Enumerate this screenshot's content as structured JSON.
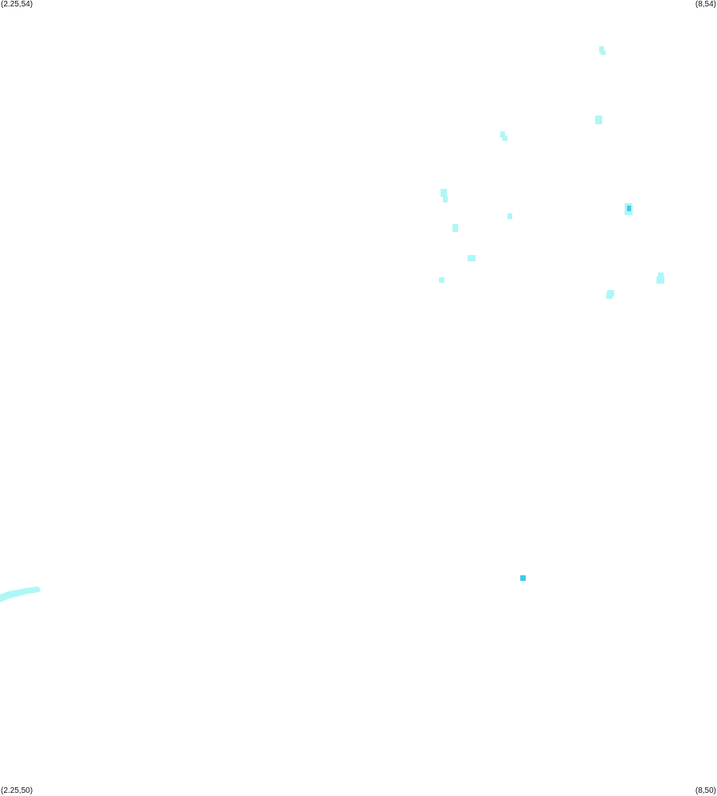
{
  "map": {
    "colors": {
      "background": "#ffffff",
      "light": "#aef7f7",
      "medium": "#84eef2",
      "dark": "#41c9ee"
    },
    "corners": {
      "top_left": "(2.25,54)",
      "top_right": "(8,54)",
      "bottom_left": "(2.25,50)",
      "bottom_right": "(8,50)"
    },
    "extent": {
      "lon": [
        2.25,
        8
      ],
      "lat": [
        50,
        54
      ]
    }
  }
}
